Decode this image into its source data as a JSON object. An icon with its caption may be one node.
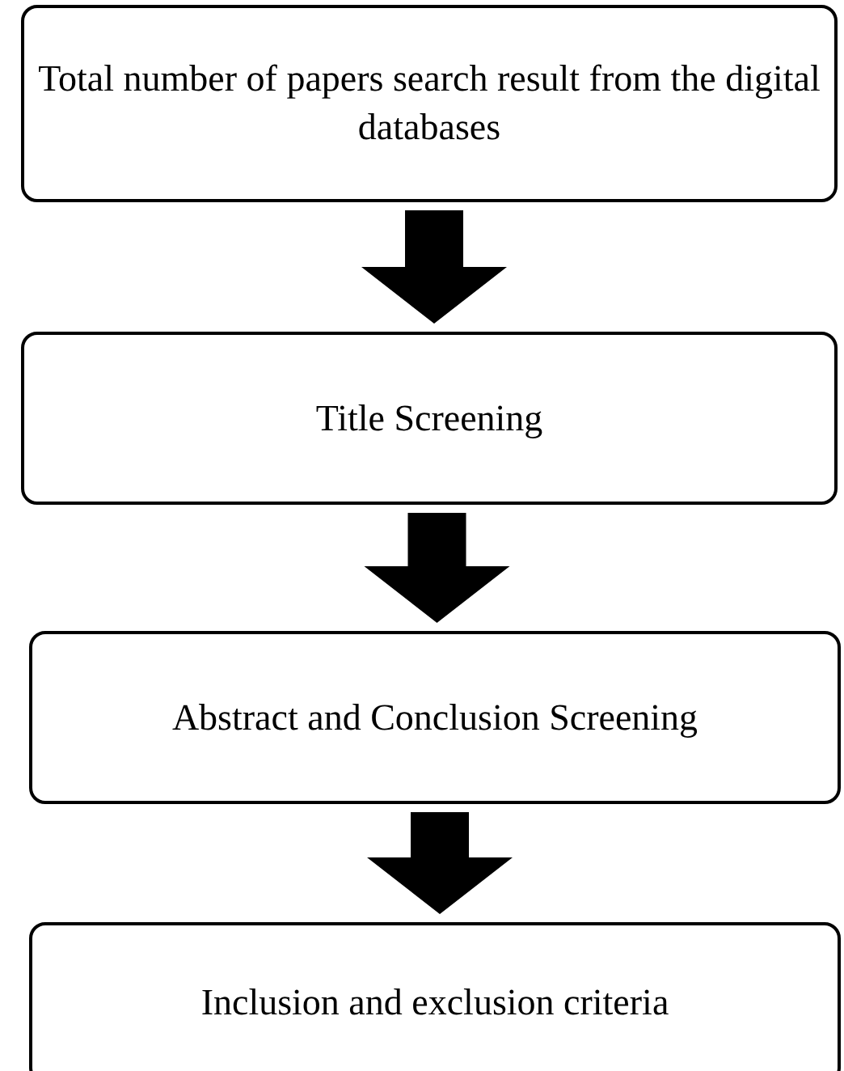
{
  "diagram": {
    "nodes": [
      {
        "text": [
          "Total number of papers search result from the digital databases"
        ]
      },
      {
        "text": [
          "Title Screening"
        ]
      },
      {
        "text": [
          "Abstract and Conclusion Screening"
        ]
      },
      {
        "text": [
          "Inclusion and exclusion criteria"
        ]
      }
    ],
    "edges": [
      {
        "from": 0,
        "to": 1,
        "arrow": "to"
      },
      {
        "from": 1,
        "to": 2,
        "arrow": "to"
      },
      {
        "from": 2,
        "to": 3,
        "arrow": "to"
      }
    ]
  }
}
